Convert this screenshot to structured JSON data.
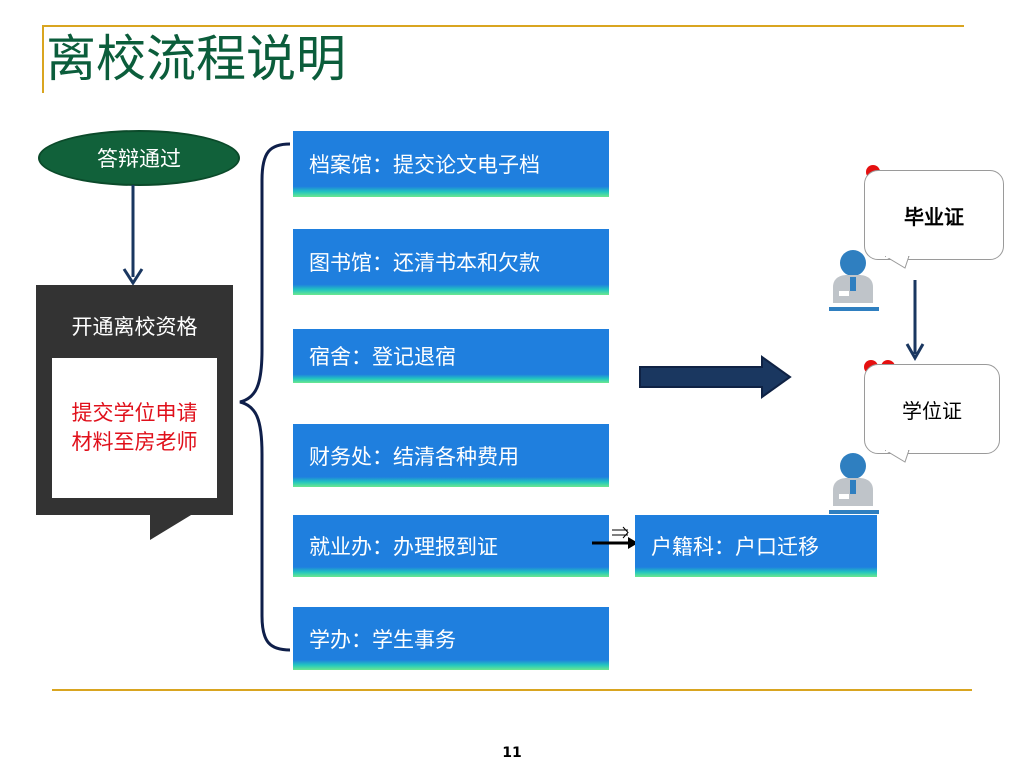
{
  "title": "离校流程说明",
  "page_number": "11",
  "start_node": "答辩通过",
  "callout": {
    "title": "开通离校资格",
    "note": "提交学位申请材料至房老师"
  },
  "steps": [
    "档案馆：提交论文电子档",
    "图书馆：还清书本和欠款",
    "宿舍：登记退宿",
    "财务处：结清各种费用",
    "就业办：办理报到证",
    "学办：学生事务"
  ],
  "side_step": "户籍科：户口迁移",
  "certificates": {
    "first": "毕业证",
    "second": "学位证"
  },
  "colors": {
    "title": "#0b5d3b",
    "accent_line": "#d9a520",
    "box_blue": "#1f7fde",
    "oval_green": "#11613a",
    "arrow_navy": "#1a3760",
    "note_red": "#e0101b"
  }
}
